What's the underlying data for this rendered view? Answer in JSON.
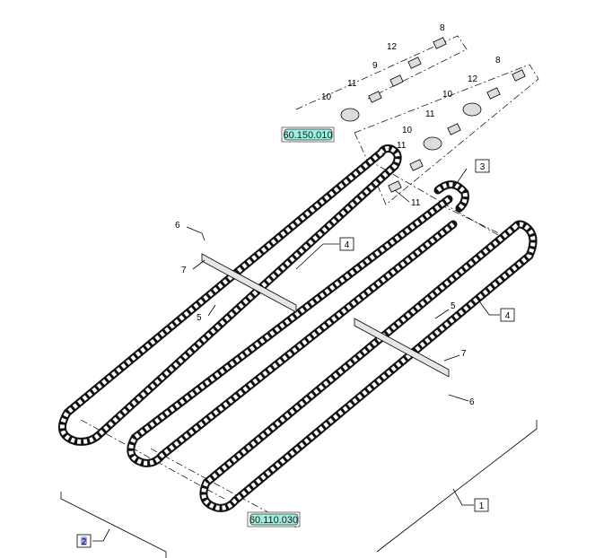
{
  "diagram": {
    "title": "Feeder chain assembly exploded view",
    "references": {
      "ref_top": "60.150.010",
      "ref_bottom": "60.110.030"
    },
    "boxed_callouts": {
      "c3": "3",
      "c4a": "4",
      "c4b": "4",
      "c1": "1",
      "c2": "2"
    },
    "callouts": {
      "p8a": "8",
      "p12a": "12",
      "p9": "9",
      "p11a": "11",
      "p10a": "10",
      "p8b": "8",
      "p12b": "12",
      "p10b": "10",
      "p11b": "11",
      "p10c": "10",
      "p11c": "11",
      "p11d": "11",
      "p6a": "6",
      "p7a": "7",
      "p5a": "5",
      "p5b": "5",
      "p7b": "7",
      "p6b": "6"
    },
    "colors": {
      "ref_fill": "#9ef0e0",
      "highlight": "#9fa6f5"
    }
  }
}
